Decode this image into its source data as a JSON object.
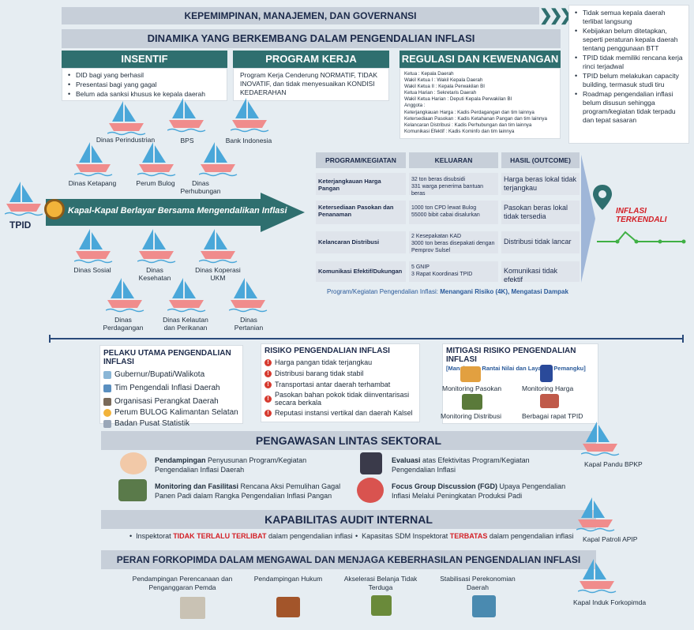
{
  "header": {
    "top": "KEPEMIMPINAN, MANAJEMEN, DAN GOVERNANSI",
    "second": "DINAMIKA YANG BERKEMBANG DALAM PENGENDALIAN INFLASI"
  },
  "side_notes": [
    "Tidak semua kepala daerah terlibat langsung",
    "Kebijakan belum ditetapkan, seperti peraturan kepala daerah tentang penggunaan BTT",
    "TPID tidak memiliki rencana kerja rinci terjadwal",
    "TPID belum melakukan capacity building, termasuk studi tiru",
    "Roadmap pengendalian inflasi belum disusun sehingga program/kegiatan tidak terpadu dan tepat sasaran"
  ],
  "insentif": {
    "title": "INSENTIF",
    "items": [
      "DID bagi yang berhasil",
      "Presentasi bagi yang gagal",
      "Belum ada sanksi khusus ke kepala daerah"
    ]
  },
  "program_kerja": {
    "title": "PROGRAM KERJA",
    "text": "Program Kerja Cenderung NORMATIF, TIDAK INOVATIF, dan tidak menyesuaikan KONDISI KEDAERAHAN"
  },
  "regulasi": {
    "title": "REGULASI DAN KEWENANGAN",
    "lines": [
      "Ketua : Kepala Daerah",
      "Wakil Ketua I : Wakil Kepala Daerah",
      "Wakil Ketua II : Kepala Perwakilan BI",
      "Ketua Harian : Sekretaris Daerah",
      "Wakil Ketua Harian : Deputi Kepala Perwakilan BI",
      "Anggota :",
      "Keterjangkauan Harga : Kadis Perdagangan dan tim lainnya",
      "Ketersediaan Pasokan : Kadis Ketahanan Pangan dan tim lainnya",
      "Kelancaran Distribusi : Kadis Perhubungan dan tim lainnya",
      "Komunikasi Efektif : Kadis Kominfo dan tim lainnya"
    ]
  },
  "boats": {
    "tpid": "TPID",
    "dinas_perindustrian": "Dinas Perindustrian",
    "bps": "BPS",
    "bank_indonesia": "Bank Indonesia",
    "dinas_ketapang": "Dinas Ketapang",
    "perum_bulog": "Perum Bulog",
    "dinas_perhubungan": "Dinas Perhubungan",
    "dinas_sosial": "Dinas Sosial",
    "dinas_kesehatan": "Dinas Kesehatan",
    "dinas_koperasi": "Dinas Koperasi UKM",
    "dinas_perdagangan": "Dinas Perdagangan",
    "dinas_kelautan": "Dinas Kelautan dan Perikanan",
    "dinas_pertanian": "Dinas Pertanian"
  },
  "arrow_text": "Kapal-Kapal Berlayar Bersama Mengendalikan Inflasi",
  "table": {
    "headers": [
      "PROGRAM/KEGIATAN",
      "KELUARAN",
      "HASIL (OUTCOME)"
    ],
    "rows": [
      {
        "program": "Keterjangkauan Harga Pangan",
        "keluaran": [
          "32 ton beras disubsidi",
          "331 warga penerima bantuan beras"
        ],
        "hasil": "Harga beras lokal tidak terjangkau"
      },
      {
        "program": "Ketersediaan Pasokan dan Penanaman",
        "keluaran": [
          "1000 ton CPD lewat Bulog",
          "55000 bibit cabai disalurkan"
        ],
        "hasil": "Pasokan beras lokal tidak tersedia"
      },
      {
        "program": "Kelancaran Distribusi",
        "keluaran": [
          "2 Kesepakatan KAD",
          "3000 ton beras disepakati dengan Pemprov Sulsel"
        ],
        "hasil": "Distribusi tidak lancar"
      },
      {
        "program": "Komunikasi Efektif/Dukungan",
        "keluaran": [
          "5 GNIP",
          "3 Rapat Koordinasi TPID"
        ],
        "hasil": "Komunikasi tidak efektif"
      }
    ],
    "caption_plain": "Program/Kegiatan Pengendalian Inflasi: ",
    "caption_bold": "Menangani Risiko (4K), Mengatasi Dampak"
  },
  "inflasi_terkendali": "INFLASI TERKENDALI",
  "pelaku": {
    "title": "PELAKU UTAMA PENGENDALIAN INFLASI",
    "items": [
      "Gubernur/Bupati/Walikota",
      "Tim Pengendali Inflasi Daerah",
      "Organisasi Perangkat Daerah",
      "Perum BULOG Kalimantan Selatan",
      "Badan Pusat Statistik"
    ]
  },
  "risiko": {
    "title": "RISIKO PENGENDALIAN INFLASI",
    "items": [
      "Harga pangan tidak terjangkau",
      "Distribusi barang tidak stabil",
      "Transportasi antar daerah terhambat",
      "Pasokan bahan pokok tidak diinventarisasi secara berkala",
      "Reputasi instansi vertikal dan daerah Kalsel"
    ]
  },
  "mitigasi": {
    "title": "MITIGASI RISIKO PENGENDALIAN INFLASI",
    "subtitle": "[Manajemen Rantai Nilai dan Layanan Pemangku]",
    "items": [
      "Monitoring Pasokan",
      "Monitoring Harga",
      "Monitoring Distribusi",
      "Berbagai rapat TPID"
    ]
  },
  "pengawasan": {
    "title": "PENGAWASAN LINTAS SEKTORAL",
    "items": [
      {
        "bold": "Pendampingan",
        "rest": " Penyusunan Program/Kegiatan Pengendalian Inflasi Daerah"
      },
      {
        "bold": "Evaluasi",
        "rest": " atas Efektivitas Program/Kegiatan Pengendalian Inflasi"
      },
      {
        "bold": "Monitoring dan Fasilitasi",
        "rest": " Rencana Aksi Pemulihan Gagal Panen Padi dalam Rangka Pengendalian Inflasi Pangan"
      },
      {
        "bold": "Focus Group Discussion (FGD)",
        "rest": " Upaya Pengendalian Inflasi Melalui Peningkatan Produksi Padi"
      }
    ],
    "ship": "Kapal Pandu BPKP"
  },
  "audit": {
    "title": "KAPABILITAS AUDIT INTERNAL",
    "item1": {
      "pre": "Inspektorat ",
      "red": "TIDAK TERLALU TERLIBAT",
      "post": " dalam pengendalian inflasi"
    },
    "item2": {
      "pre": "Kapasitas SDM Inspektorat ",
      "red": "TERBATAS",
      "post": " dalam pengendalian inflasi"
    },
    "ship": "Kapal Patroli APIP"
  },
  "forkopimda": {
    "title": "PERAN FORKOPIMDA DALAM MENGAWAL DAN MENJAGA KEBERHASILAN PENGENDALIAN INFLASI",
    "items": [
      "Pendampingan Perencanaan dan Penganggaran Pemda",
      "Pendampingan Hukum",
      "Akselerasi Belanja Tidak Terduga",
      "Stabilisasi Perekonomian Daerah"
    ],
    "ship": "Kapal Induk Forkopimda"
  },
  "colors": {
    "teal": "#2f6f6f",
    "band": "#c7cfd9",
    "navy": "#1c2a4a",
    "red": "#d31f26",
    "sail": "#4aa7d9",
    "hull": "#f08c8c"
  }
}
